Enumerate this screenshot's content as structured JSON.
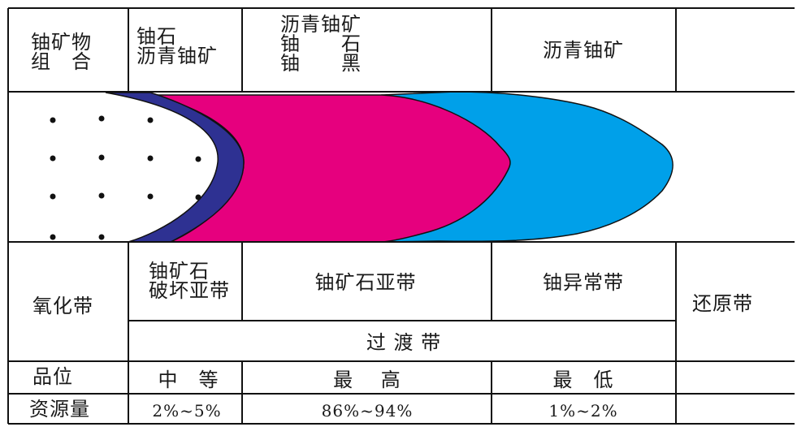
{
  "header": {
    "row_title": "铀矿物\n组　合",
    "col1": "铀石\n沥青铀矿",
    "col2": "沥青铀矿\n铀　　石\n铀　　黑",
    "col3": "沥青铀矿",
    "col4": ""
  },
  "zones": {
    "oxidation": "氧化带",
    "destroyed": "铀矿石\n破坏亚带",
    "ore": "铀矿石亚带",
    "anomaly": "铀异常带",
    "transition": "过 渡 带",
    "reduction": "还原带"
  },
  "grade": {
    "label": "品位",
    "col1": "中　等",
    "col2": "最　 高",
    "col3": "最　低"
  },
  "resource": {
    "label": "资源量",
    "col1": "2%~5%",
    "col2": "86%~94%",
    "col3": "1%~2%"
  },
  "colors": {
    "navy_band": "#2e3192",
    "magenta_body": "#e6007e",
    "cyan_body": "#00a0e9"
  }
}
